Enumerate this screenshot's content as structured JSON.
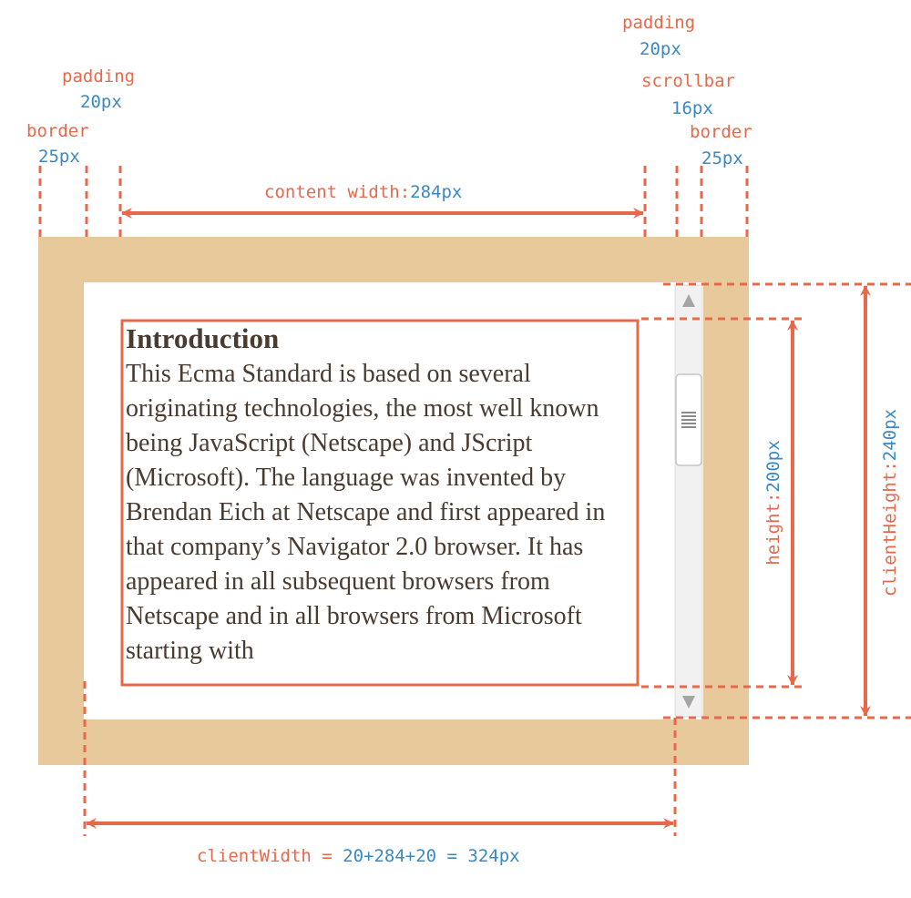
{
  "labels": {
    "left_padding": {
      "name": "padding",
      "value": "20px"
    },
    "left_border": {
      "name": "border",
      "value": "25px"
    },
    "right_padding": {
      "name": "padding",
      "value": "20px"
    },
    "scrollbar": {
      "name": "scrollbar",
      "value": "16px"
    },
    "right_border": {
      "name": "border",
      "value": "25px"
    },
    "content_width": {
      "name": "content width:",
      "value": "284px"
    },
    "height": {
      "name": "height:",
      "value": "200px"
    },
    "client_height": {
      "name": "clientHeight:",
      "value": "240px"
    },
    "client_width": {
      "name": "clientWidth = ",
      "value": "20+284+20 = 324px"
    }
  },
  "content": {
    "heading": "Introduction",
    "paragraph": "This Ecma Standard is based on several originating technologies, the most well known being JavaScript (Netscape) and JScript (Microsoft). The language was invented by Brendan Eich at Netscape and first appeared in that company’s Navigator 2.0 browser. It has appeared in all subsequent browsers from Netscape and in all browsers from Microsoft starting with"
  },
  "scrollbar_icons": {
    "up": "scroll-up-arrow-icon",
    "down": "scroll-down-arrow-icon",
    "grip": "scroll-grip-icon"
  },
  "colors": {
    "accent": "#e8684a",
    "value_blue": "#3b88c3",
    "border_fill": "#e8c99c",
    "text": "#4a3b30"
  }
}
